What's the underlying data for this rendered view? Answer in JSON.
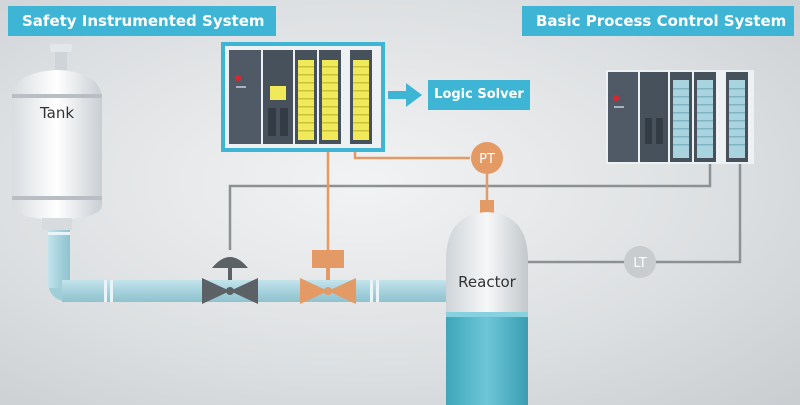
{
  "titles": {
    "sis": "Safety Instrumented System",
    "bpcs": "Basic Process Control System"
  },
  "labels": {
    "logic_solver": "Logic Solver",
    "tank": "Tank",
    "reactor": "Reactor",
    "pressure_transmitter": "PT",
    "level_transmitter": "LT"
  },
  "colors": {
    "accent_blue": "#3fb5d6",
    "sis_orange": "#e39a65",
    "bpcs_gray": "#8c9194",
    "pipe_blue": "#a9d3de",
    "reactor_liquid": "#55b8cb"
  }
}
